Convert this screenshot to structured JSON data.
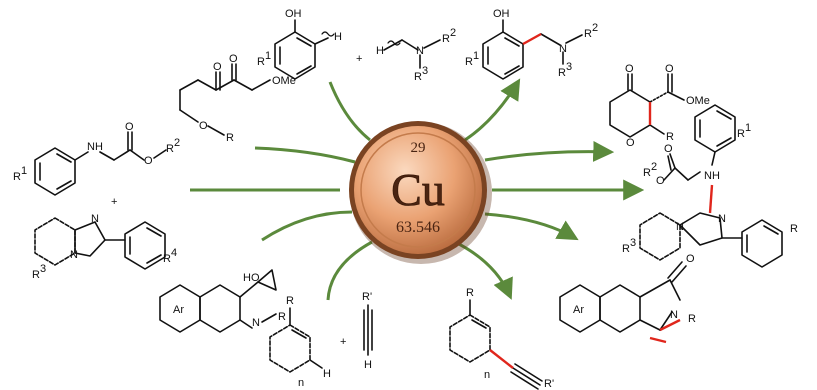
{
  "element": {
    "number": "29",
    "symbol": "Cu",
    "mass": "63.546"
  },
  "labels": {
    "oh": "OH",
    "h": "H",
    "n": "N",
    "nh": "NH",
    "o": "O",
    "ho": "HO",
    "me": "OMe",
    "r": "R",
    "r1": "R",
    "r2": "R",
    "r3": "R",
    "r4": "R",
    "rp": "R'",
    "ar": "Ar",
    "plus": "+",
    "sub_n": "n",
    "sup1": "1",
    "sup2": "2",
    "sup3": "3",
    "sup4": "4"
  },
  "colors": {
    "arrow": "#5b8a3c",
    "new_bond": "#e0261c",
    "sphere_light": "#f7c9a8",
    "sphere_mid": "#e89b6a",
    "sphere_dark": "#9c5a34",
    "sphere_rim": "#6e3b1f",
    "line": "#111111"
  }
}
